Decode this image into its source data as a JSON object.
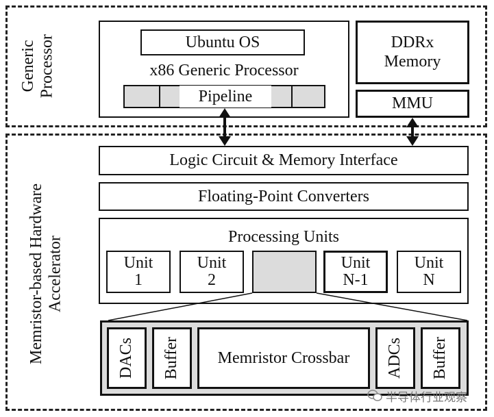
{
  "generic_processor": {
    "section_label": "Generic\nProcessor",
    "os_label": "Ubuntu OS",
    "cpu_label": "x86 Generic Processor",
    "pipeline_label": "Pipeline",
    "memory_label": "DDRx\nMemory",
    "mmu_label": "MMU"
  },
  "accelerator": {
    "section_label": "Memristor-based Hardware\nAccelerator",
    "interface_label": "Logic Circuit & Memory Interface",
    "converters_label": "Floating-Point Converters",
    "processing_units_label": "Processing Units",
    "units": [
      {
        "label": "Unit\n1"
      },
      {
        "label": "Unit\n2"
      },
      {
        "label": ""
      },
      {
        "label": "Unit\nN-1"
      },
      {
        "label": "Unit\nN"
      }
    ],
    "crossbar": {
      "dacs_label": "DACs",
      "buffer_left_label": "Buffer",
      "crossbar_label": "Memristor Crossbar",
      "adcs_label": "ADCs",
      "buffer_right_label": "Buffer"
    }
  },
  "watermark": {
    "icon": "wechat-icon",
    "text": "半导体行业观察"
  }
}
